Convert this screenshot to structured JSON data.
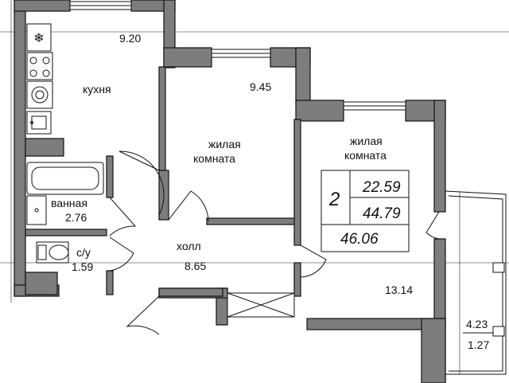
{
  "rooms": {
    "kitchen": {
      "label": "кухня",
      "area": "9.20"
    },
    "room1": {
      "label_line1": "жилая",
      "label_line2": "комната",
      "area": "9.45"
    },
    "room2": {
      "label_line1": "жилая",
      "label_line2": "комната",
      "area": "13.14"
    },
    "bathroom": {
      "label": "ванная",
      "area": "2.76"
    },
    "wc": {
      "label": "с/у",
      "area": "1.59"
    },
    "hall": {
      "label": "холл",
      "area": "8.65"
    },
    "balcony": {
      "area_top": "4.23",
      "area_bottom": "1.27"
    }
  },
  "summary": {
    "rooms_count": "2",
    "living_area": "22.59",
    "usable_area": "44.79",
    "total_area": "46.06"
  },
  "colors": {
    "wall": "#7d7d7d",
    "line": "#111111",
    "background": "#ffffff"
  }
}
